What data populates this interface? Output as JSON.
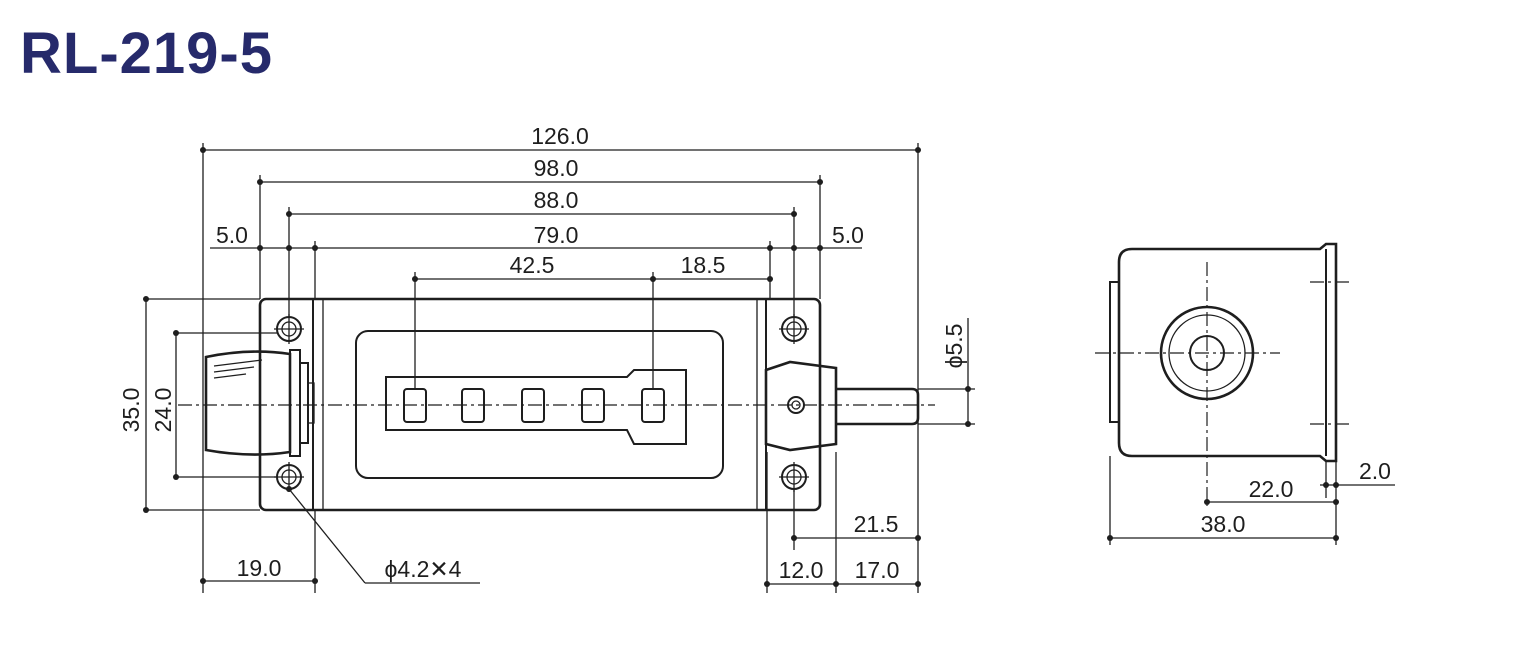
{
  "title": "RL-219-5",
  "colors": {
    "title": "#262a6b",
    "line": "#1e1e1e",
    "background": "#ffffff"
  },
  "dimensions": {
    "overall_length": "126.0",
    "base_length": "98.0",
    "mount_pitch": "88.0",
    "body_length": "79.0",
    "first_digit_span": "42.5",
    "last_digit_span": "18.5",
    "flange_left": "5.0",
    "flange_right": "5.0",
    "height": "35.0",
    "mount_pitch_vertical": "24.0",
    "shaft_diameter": "ϕ5.5",
    "reset_knob_length": "19.0",
    "mount_hole": "ϕ4.2✕4",
    "shaft_offset": "21.5",
    "boss_length": "12.0",
    "shaft_length": "17.0",
    "side_depth_to_center": "22.0",
    "side_flange_thickness": "2.0",
    "side_depth": "38.0"
  }
}
